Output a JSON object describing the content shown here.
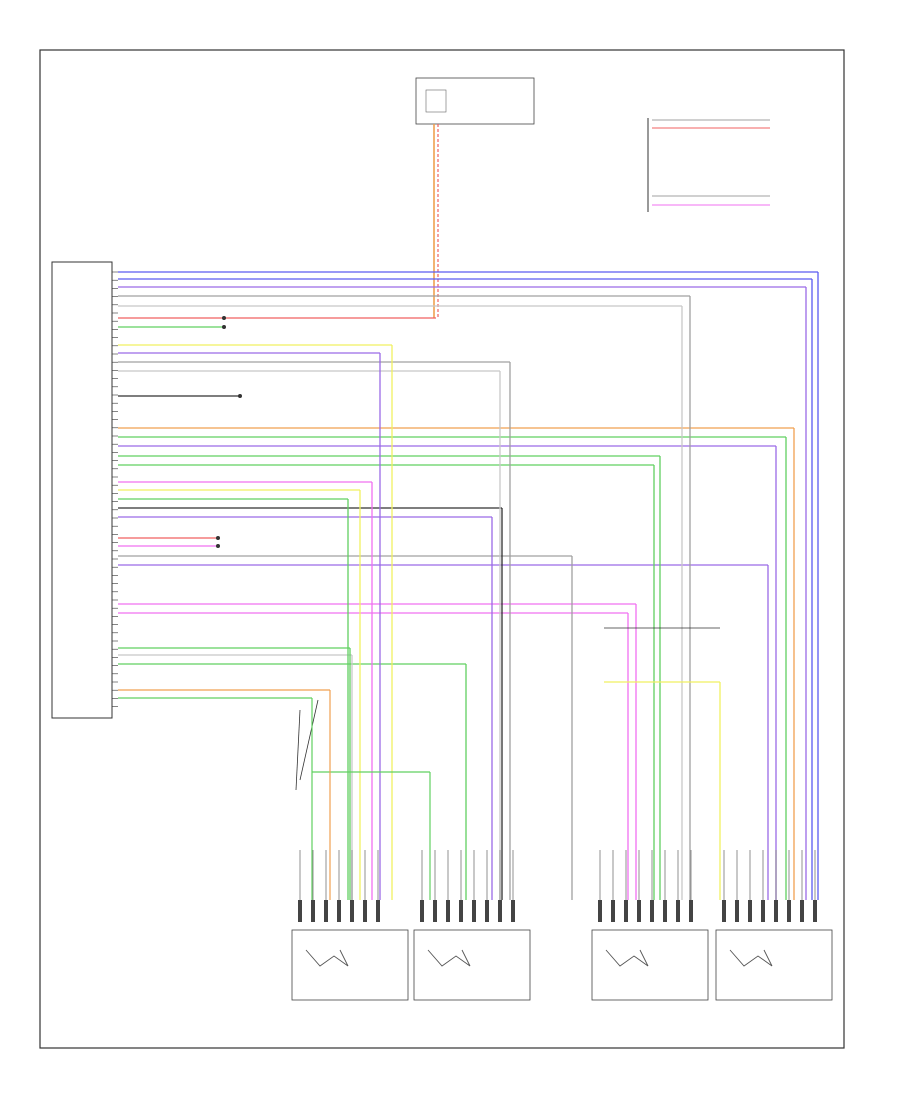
{
  "diagram": {
    "footer_id": "",
    "wire_colors": {
      "blue": "#5b5bf0",
      "violet": "#9a6ae6",
      "red": "#f06060",
      "orange": "#f0a050",
      "green": "#60d060",
      "pink": "#f070f0",
      "yellow": "#f0f060",
      "gray": "#a0a0a0",
      "black": "#303030",
      "lightgray": "#c8c8c8"
    },
    "components": [
      {
        "id": "control-module",
        "label": ""
      },
      {
        "id": "top-fuse-block",
        "label": ""
      },
      {
        "id": "top-right-connector",
        "label": ""
      },
      {
        "id": "seat-switch-1",
        "label": ""
      },
      {
        "id": "seat-switch-2",
        "label": ""
      },
      {
        "id": "seat-switch-3",
        "label": ""
      },
      {
        "id": "seat-switch-4",
        "label": ""
      }
    ]
  }
}
